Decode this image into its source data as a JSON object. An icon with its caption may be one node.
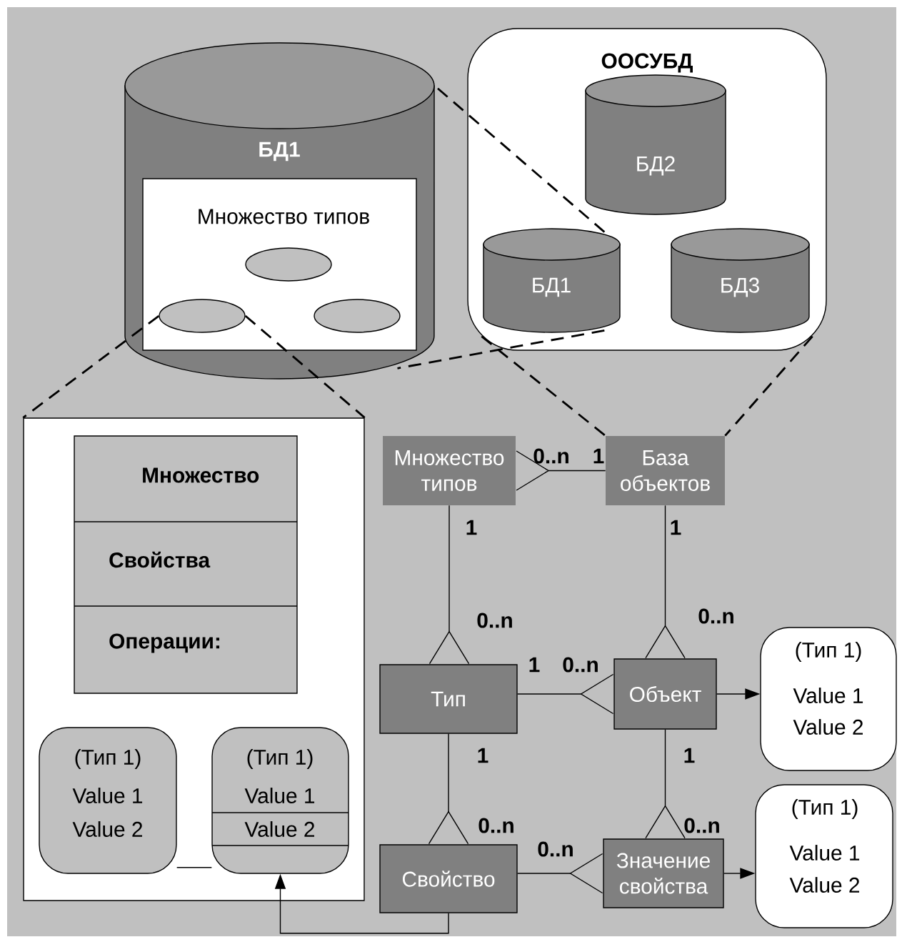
{
  "diagram": {
    "nodes": [
      {
        "text": [
          "БД1"
        ]
      },
      {
        "text": [
          "Множество типов"
        ],
        "in": 0
      },
      {
        "text": [],
        "shape": "ellipse",
        "in": 1
      },
      {
        "text": [],
        "shape": "ellipse",
        "in": 1
      },
      {
        "text": [],
        "shape": "ellipse",
        "in": 1
      },
      {
        "text": [
          "ООСУБД"
        ]
      },
      {
        "text": [
          "БД2"
        ],
        "in": 5
      },
      {
        "text": [
          "БД1"
        ],
        "in": 5
      },
      {
        "text": [
          "БД3"
        ],
        "in": 5
      },
      {
        "text": [],
        "shape": "box"
      },
      {
        "text": [
          "Множество",
          "Свойства",
          "Операции:"
        ],
        "in": 9
      },
      {
        "text": [
          "(Тип 1)",
          "Value 1",
          "Value 2"
        ],
        "in": 9
      },
      {
        "text": [
          "(Тип 1)",
          "Value 1",
          "Value 2"
        ],
        "in": 9
      },
      {
        "text": [
          "Множество типов"
        ]
      },
      {
        "text": [
          "База объектов"
        ]
      },
      {
        "text": [
          "Тип"
        ]
      },
      {
        "text": [
          "Объект"
        ]
      },
      {
        "text": [
          "Свойство"
        ]
      },
      {
        "text": [
          "Значение свойства"
        ]
      },
      {
        "text": [
          "(Тип 1)",
          "Value 1",
          "Value 2"
        ]
      },
      {
        "text": [
          "(Тип 1)",
          "Value 1",
          "Value 2"
        ]
      }
    ],
    "edges": [
      {
        "from": 3,
        "to": 9,
        "arrow": "none",
        "style": "dashed"
      },
      {
        "from": 3,
        "to": 9,
        "arrow": "none",
        "style": "dashed"
      },
      {
        "from": 7,
        "to": 0,
        "arrow": "none",
        "style": "dashed"
      },
      {
        "from": 7,
        "to": 0,
        "arrow": "none",
        "style": "dashed"
      },
      {
        "from": 5,
        "to": 14,
        "arrow": "none",
        "style": "dashed"
      },
      {
        "from": 5,
        "to": 14,
        "arrow": "none",
        "style": "dashed"
      },
      {
        "from": 14,
        "to": 13,
        "arrow": "other"
      },
      {
        "from": 13,
        "to": 15,
        "arrow": "other"
      },
      {
        "from": 14,
        "to": 16,
        "arrow": "other"
      },
      {
        "from": 15,
        "to": 16,
        "arrow": "other"
      },
      {
        "from": 15,
        "to": 17,
        "arrow": "other"
      },
      {
        "from": 16,
        "to": 18,
        "arrow": "other"
      },
      {
        "from": 17,
        "to": 18,
        "arrow": "other"
      },
      {
        "from": 16,
        "to": 19,
        "arrow": "to"
      },
      {
        "from": 18,
        "to": 20,
        "arrow": "to"
      },
      {
        "from": 17,
        "to": 12,
        "arrow": "to"
      },
      {
        "from": 11,
        "to": 12,
        "arrow": "none"
      }
    ],
    "labels": [
      "0..n",
      "1",
      "1",
      "1",
      "0..n",
      "0..n",
      "1",
      "0..n",
      "1",
      "1",
      "0..n",
      "0..n",
      "0..n"
    ]
  }
}
